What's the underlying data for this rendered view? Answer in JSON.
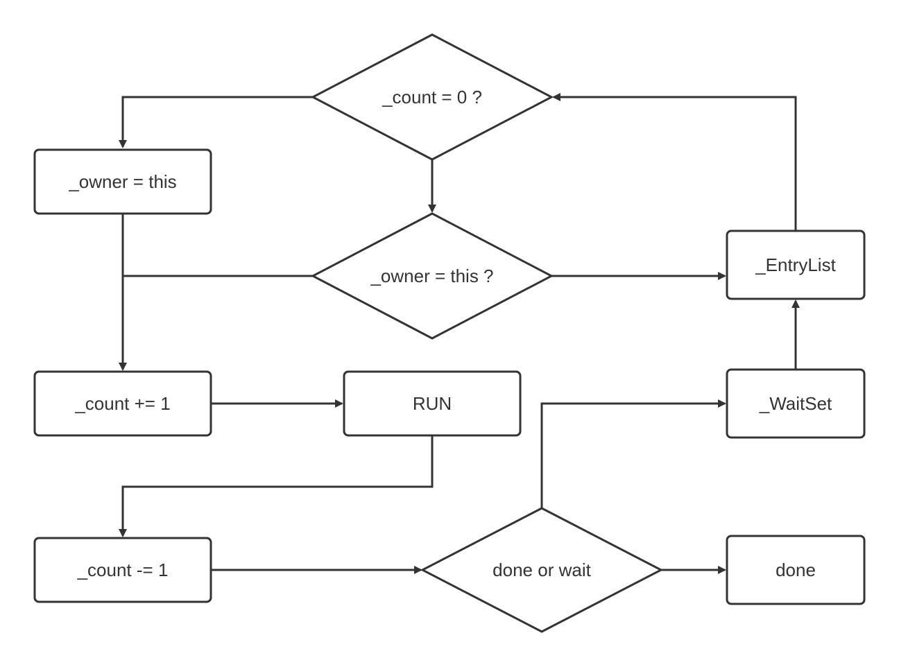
{
  "nodes": {
    "count_zero": "_count = 0 ?",
    "owner_assign": "_owner = this",
    "owner_check": "_owner = this ?",
    "entry_list": "_EntryList",
    "count_inc": "_count += 1",
    "run": "RUN",
    "wait_set": "_WaitSet",
    "count_dec": "_count -= 1",
    "done_or_wait": "done or wait",
    "done": "done"
  },
  "colors": {
    "stroke": "#333333",
    "fill": "#ffffff",
    "text": "#333333"
  }
}
